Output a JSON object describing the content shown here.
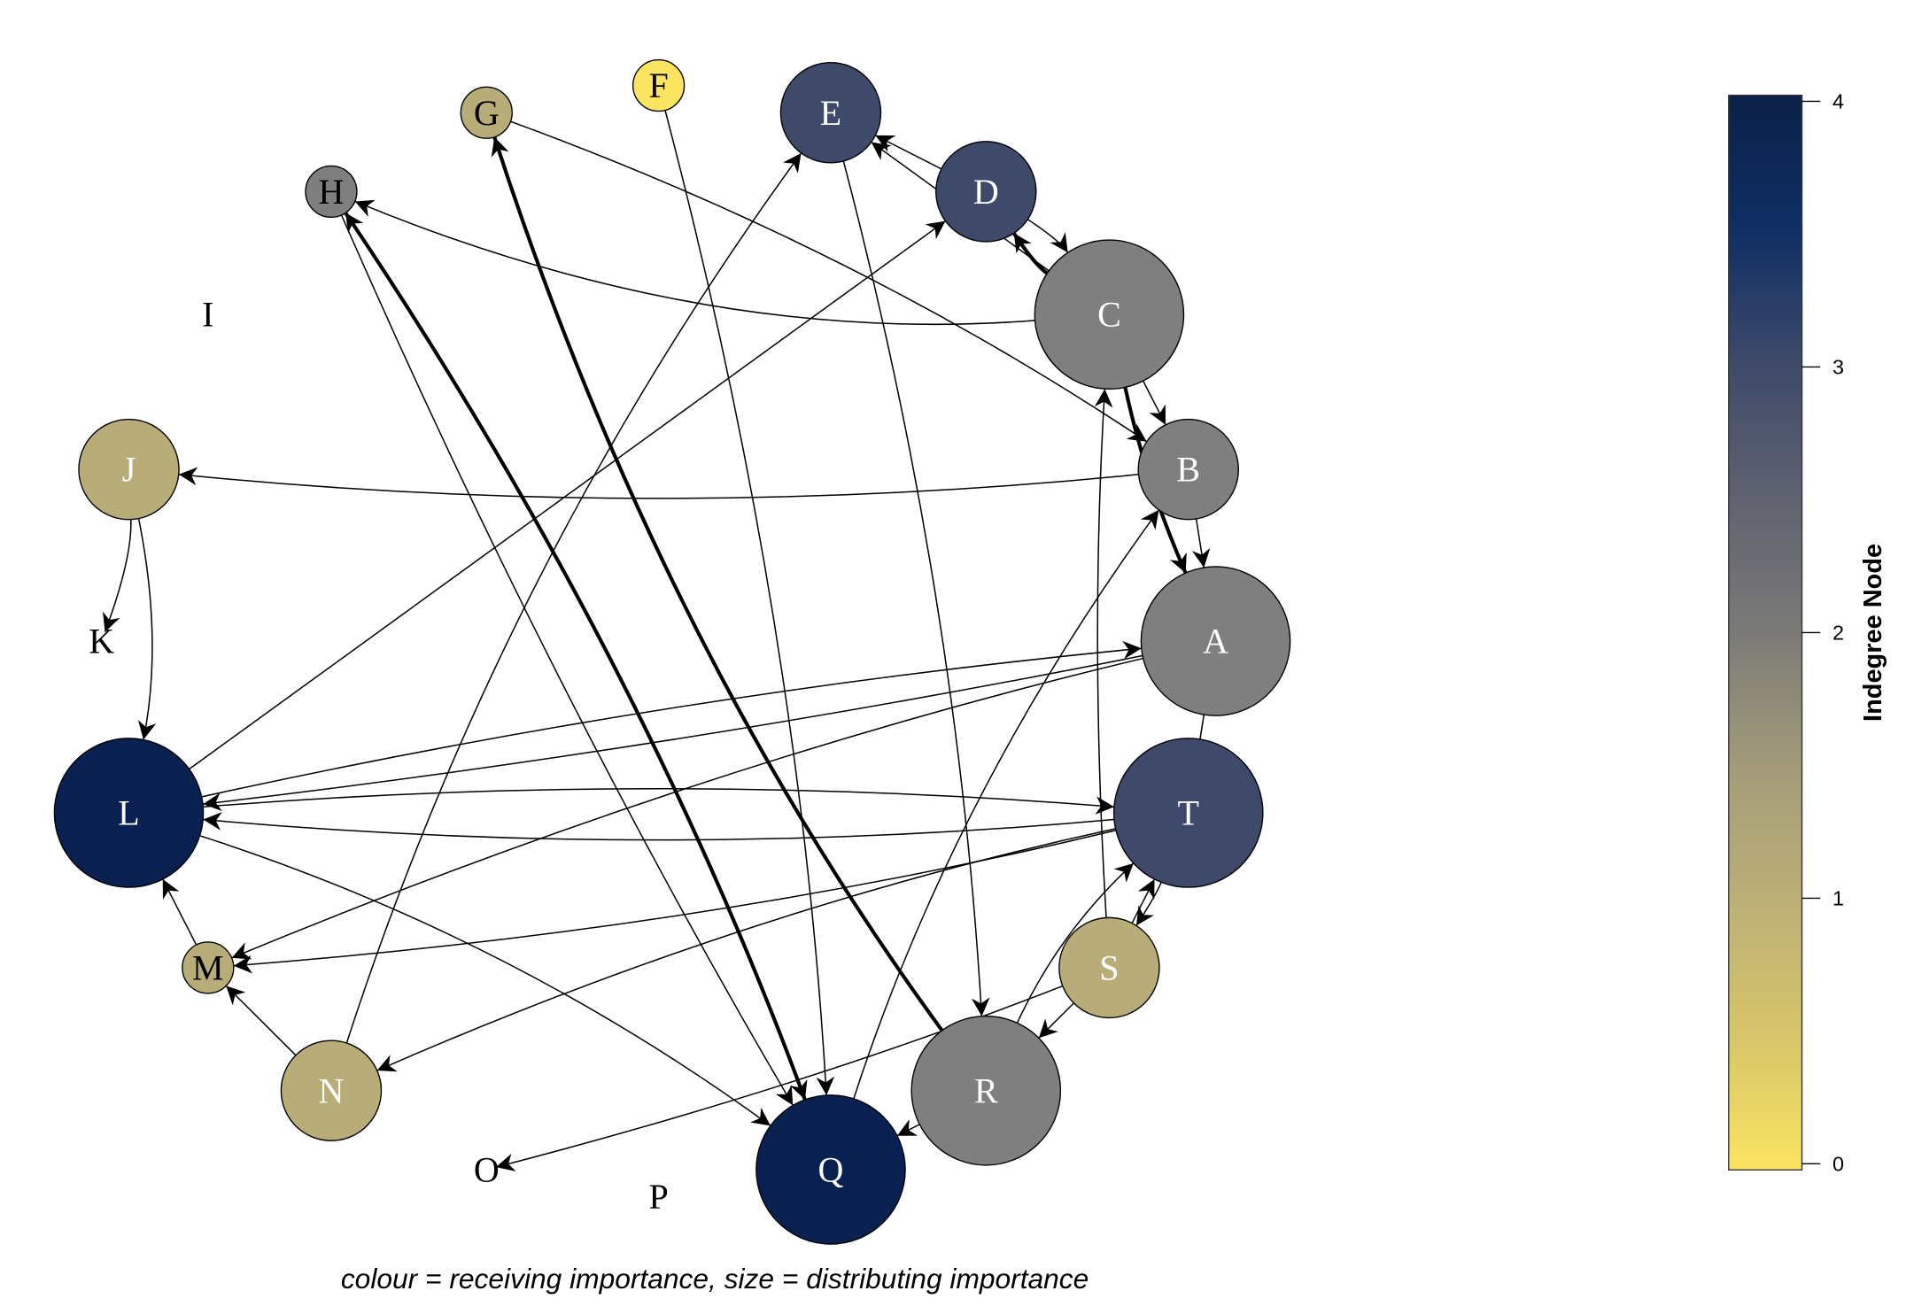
{
  "caption": "colour = receiving importance, size = distributing importance",
  "colorbar": {
    "title": "Indegree Node",
    "ticks": [
      "0",
      "1",
      "2",
      "3",
      "4"
    ],
    "range": [
      0,
      4
    ],
    "gradient": [
      "#fbe462",
      "#d6c56a",
      "#bcb076",
      "#a39b7a",
      "#7b7a77",
      "#5f6270",
      "#3f4a6a",
      "#0f2e63",
      "#0c2148"
    ]
  },
  "chart_data": {
    "type": "network",
    "layout": "circle",
    "color_by": "indegree",
    "size_by": "outdegree",
    "indegree_colors": {
      "0": "#fbe462",
      "1": "#b8ad79",
      "2": "#7f7f7f",
      "3": "#3f4a6a",
      "4": "#0a2050"
    },
    "nodes": [
      {
        "id": "A",
        "indegree": 2,
        "outdegree": 3
      },
      {
        "id": "B",
        "indegree": 2,
        "outdegree": 2
      },
      {
        "id": "C",
        "indegree": 2,
        "outdegree": 3
      },
      {
        "id": "D",
        "indegree": 3,
        "outdegree": 2
      },
      {
        "id": "E",
        "indegree": 3,
        "outdegree": 2
      },
      {
        "id": "F",
        "indegree": 0,
        "outdegree": 1
      },
      {
        "id": "G",
        "indegree": 1,
        "outdegree": 1
      },
      {
        "id": "H",
        "indegree": 2,
        "outdegree": 1
      },
      {
        "id": "I",
        "indegree": 0,
        "outdegree": 0
      },
      {
        "id": "J",
        "indegree": 1,
        "outdegree": 2
      },
      {
        "id": "K",
        "indegree": 1,
        "outdegree": 0
      },
      {
        "id": "L",
        "indegree": 4,
        "outdegree": 3
      },
      {
        "id": "M",
        "indegree": 1,
        "outdegree": 1
      },
      {
        "id": "N",
        "indegree": 1,
        "outdegree": 2
      },
      {
        "id": "O",
        "indegree": 1,
        "outdegree": 0
      },
      {
        "id": "P",
        "indegree": 0,
        "outdegree": 0
      },
      {
        "id": "Q",
        "indegree": 4,
        "outdegree": 3
      },
      {
        "id": "R",
        "indegree": 2,
        "outdegree": 3
      },
      {
        "id": "S",
        "indegree": 1,
        "outdegree": 2
      },
      {
        "id": "T",
        "indegree": 3,
        "outdegree": 3
      }
    ],
    "edges": [
      {
        "from": "G",
        "to": "B",
        "weight": 1
      },
      {
        "from": "C",
        "to": "H",
        "weight": 1
      },
      {
        "from": "H",
        "to": "Q",
        "weight": 2,
        "both": true
      },
      {
        "from": "R",
        "to": "G",
        "weight": 2
      },
      {
        "from": "F",
        "to": "Q",
        "weight": 1
      },
      {
        "from": "E",
        "to": "R",
        "weight": 1
      },
      {
        "from": "N",
        "to": "E",
        "weight": 1
      },
      {
        "from": "L",
        "to": "D",
        "weight": 1
      },
      {
        "from": "B",
        "to": "J",
        "weight": 1
      },
      {
        "from": "J",
        "to": "K",
        "weight": 1
      },
      {
        "from": "J",
        "to": "L",
        "weight": 1
      },
      {
        "from": "A",
        "to": "L",
        "weight": 1
      },
      {
        "from": "L",
        "to": "A",
        "weight": 1
      },
      {
        "from": "L",
        "to": "T",
        "weight": 1
      },
      {
        "from": "T",
        "to": "L",
        "weight": 1
      },
      {
        "from": "A",
        "to": "M",
        "weight": 1
      },
      {
        "from": "T",
        "to": "M",
        "weight": 1
      },
      {
        "from": "T",
        "to": "N",
        "weight": 1
      },
      {
        "from": "L",
        "to": "Q",
        "weight": 1
      },
      {
        "from": "H",
        "to": "Q",
        "weight": 1
      },
      {
        "from": "M",
        "to": "L",
        "weight": 1
      },
      {
        "from": "N",
        "to": "M",
        "weight": 1
      },
      {
        "from": "S",
        "to": "O",
        "weight": 1
      },
      {
        "from": "S",
        "to": "R",
        "weight": 1
      },
      {
        "from": "R",
        "to": "T",
        "weight": 1
      },
      {
        "from": "S",
        "to": "T",
        "weight": 1
      },
      {
        "from": "T",
        "to": "S",
        "weight": 1
      },
      {
        "from": "Q",
        "to": "B",
        "weight": 1
      },
      {
        "from": "R",
        "to": "Q",
        "weight": 1
      },
      {
        "from": "C",
        "to": "B",
        "weight": 1
      },
      {
        "from": "B",
        "to": "A",
        "weight": 1
      },
      {
        "from": "C",
        "to": "A",
        "weight": 2
      },
      {
        "from": "D",
        "to": "C",
        "weight": 1
      },
      {
        "from": "C",
        "to": "D",
        "weight": 2
      },
      {
        "from": "C",
        "to": "E",
        "weight": 1
      },
      {
        "from": "D",
        "to": "E",
        "weight": 1
      },
      {
        "from": "A",
        "to": "T",
        "weight": 1,
        "noarrow": true
      },
      {
        "from": "S",
        "to": "C",
        "weight": 1
      }
    ]
  }
}
